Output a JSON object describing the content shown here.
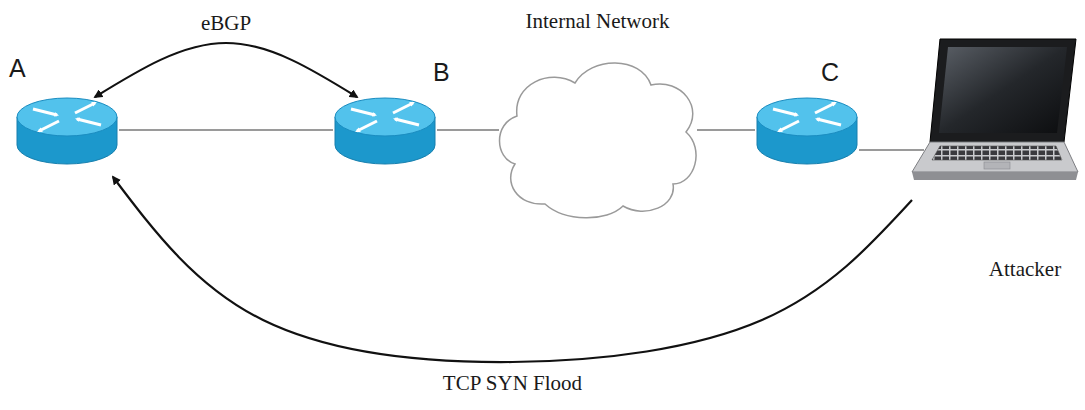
{
  "diagram": {
    "nodes": [
      {
        "text": [
          "A"
        ]
      },
      {
        "text": [
          "B"
        ]
      },
      {
        "text": [
          "Internal Network"
        ]
      },
      {
        "text": [
          "C"
        ]
      },
      {
        "text": [
          "Attacker"
        ]
      }
    ],
    "edges": [
      {
        "from": 0,
        "to": 1,
        "arrow": "none"
      },
      {
        "from": 0,
        "to": 1,
        "label": "eBGP",
        "arrow": "both"
      },
      {
        "from": 1,
        "to": 2,
        "arrow": "none"
      },
      {
        "from": 2,
        "to": 3,
        "arrow": "none"
      },
      {
        "from": 3,
        "to": 4,
        "arrow": "none"
      },
      {
        "from": 4,
        "to": 0,
        "label": "TCP SYN Flood",
        "arrow": "to"
      }
    ]
  }
}
